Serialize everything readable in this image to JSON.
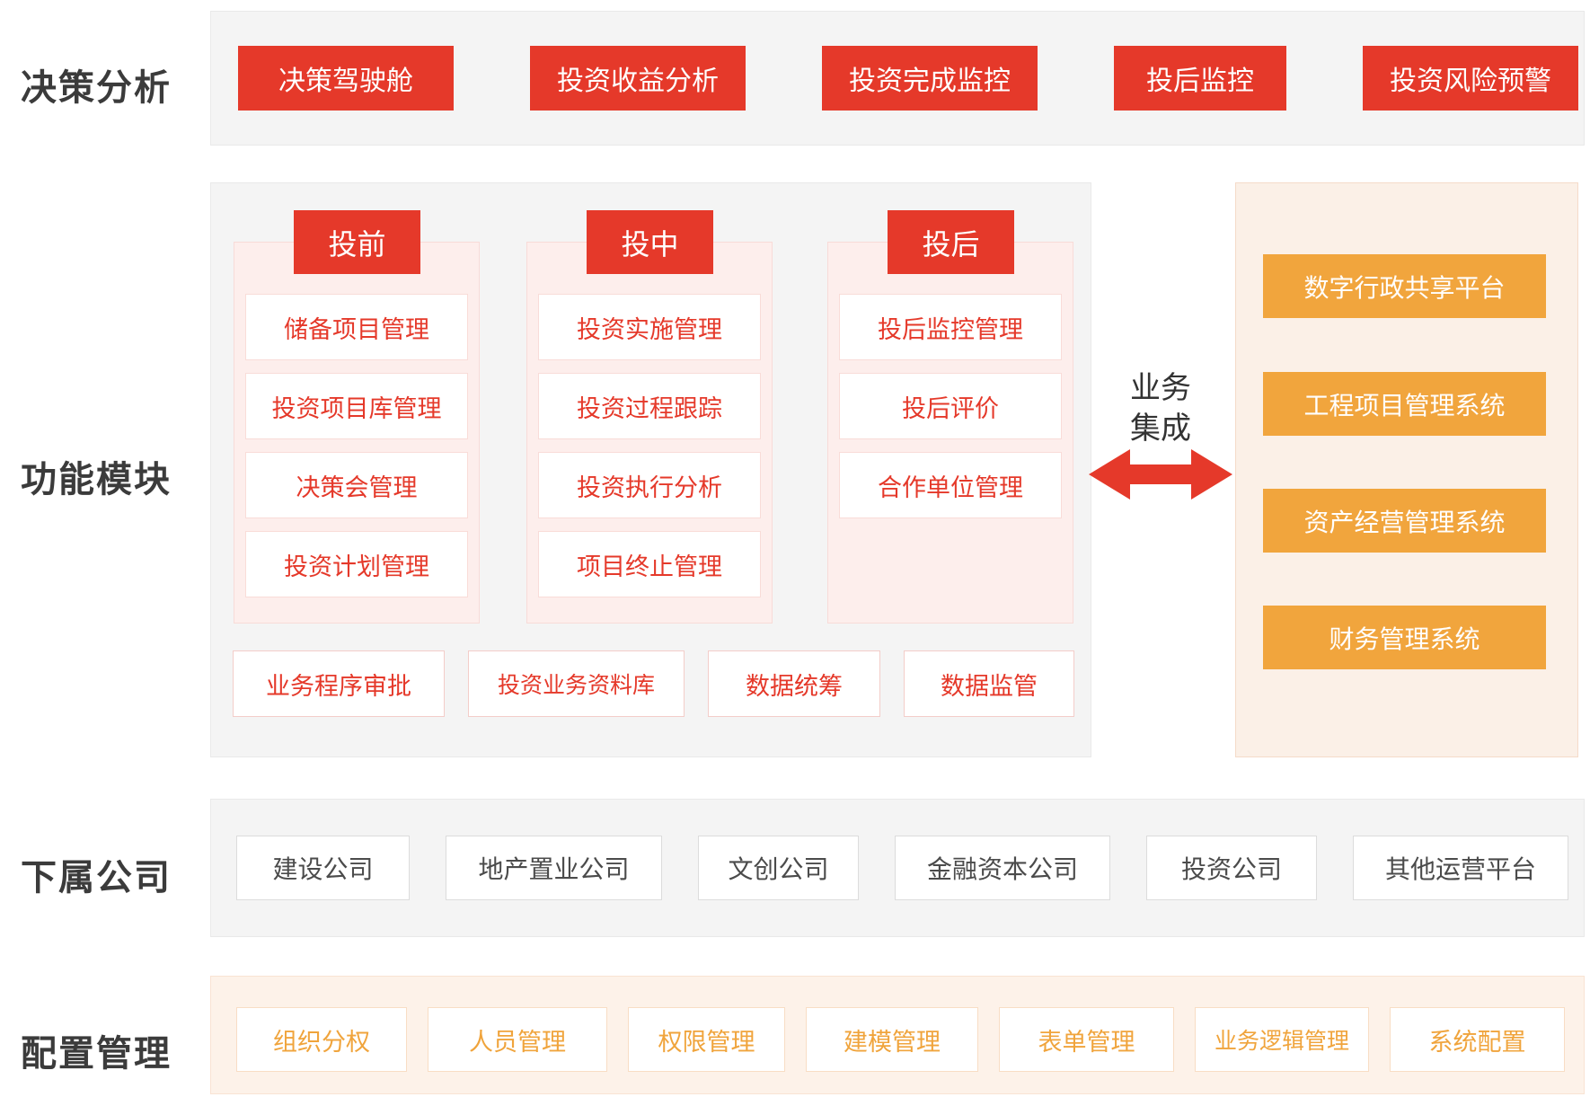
{
  "decision": {
    "label": "决策分析",
    "buttons": [
      "决策驾驶舱",
      "投资收益分析",
      "投资完成监控",
      "投后监控",
      "投资风险预警"
    ]
  },
  "modules": {
    "label": "功能模块",
    "columns": [
      {
        "header": "投前",
        "items": [
          "储备项目管理",
          "投资项目库管理",
          "决策会管理",
          "投资计划管理"
        ]
      },
      {
        "header": "投中",
        "items": [
          "投资实施管理",
          "投资过程跟踪",
          "投资执行分析",
          "项目终止管理"
        ]
      },
      {
        "header": "投后",
        "items": [
          "投后监控管理",
          "投后评价",
          "合作单位管理"
        ]
      }
    ],
    "bottom_items": [
      "业务程序审批",
      "投资业务资料库",
      "数据统筹",
      "数据监管"
    ]
  },
  "integration": {
    "line1": "业务",
    "line2": "集成"
  },
  "external": {
    "items": [
      "数字行政共享平台",
      "工程项目管理系统",
      "资产经营管理系统",
      "财务管理系统"
    ]
  },
  "subsidiaries": {
    "label": "下属公司",
    "items": [
      "建设公司",
      "地产置业公司",
      "文创公司",
      "金融资本公司",
      "投资公司",
      "其他运营平台"
    ]
  },
  "config": {
    "label": "配置管理",
    "items": [
      "组织分权",
      "人员管理",
      "权限管理",
      "建模管理",
      "表单管理",
      "业务逻辑管理",
      "系统配置"
    ]
  },
  "colors": {
    "red": "#e5392a",
    "orange": "#f1a53d",
    "pink_panel": "#fdeeec",
    "gray_band": "#f4f4f4",
    "cream_band": "#fdf2e9",
    "cream_panel": "#fbf0e7",
    "label_text": "#3b3b3b",
    "subsidiary_text": "#4b4b4b",
    "config_text": "#f0a43c"
  }
}
